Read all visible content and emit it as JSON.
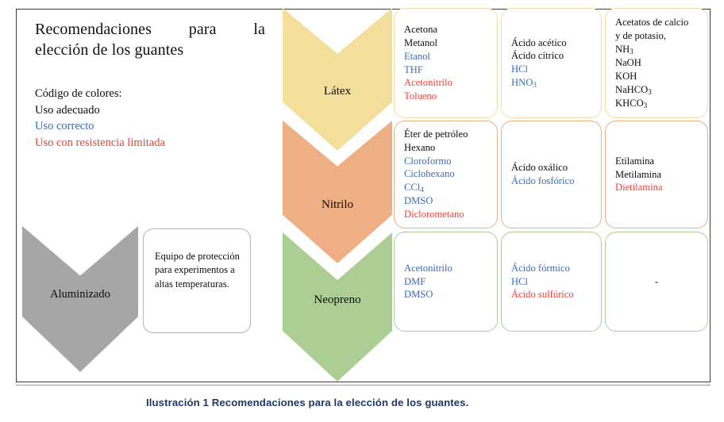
{
  "figure": {
    "title_lines": [
      "Recomendaciones  para  la",
      "elección de los guantes"
    ],
    "legend": {
      "heading": "Código de colores:",
      "adequate": "Uso adecuado",
      "correct": "Uso correcto",
      "limited": "Uso con resistencia limitada"
    },
    "colors": {
      "adequate_black": "#0d0d0d",
      "correct_blue": "#3b6cb5",
      "limited_red": "#ef4237",
      "latex_fill": "#F3DE9C",
      "nitrilo_fill": "#EFAF85",
      "neopreno_fill": "#ACCE94",
      "aluminizado_fill": "#a6a6a6",
      "caption_navy": "#1F3864"
    },
    "aluminizado": {
      "label": "Aluminizado",
      "note": "Equipo de protección para experimentos a altas temperaturas."
    },
    "rows": [
      {
        "name": "latex",
        "label": "Látex",
        "cells": [
          {
            "items": [
              {
                "text": "Acetona",
                "color": "black"
              },
              {
                "text": "Metanol",
                "color": "black"
              },
              {
                "text": "Etanol",
                "color": "blue"
              },
              {
                "text": "THF",
                "color": "blue"
              },
              {
                "text": "Acetonitrilo",
                "color": "red"
              },
              {
                "text": "Tolueno",
                "color": "red"
              }
            ]
          },
          {
            "items": [
              {
                "text": "Ácido acético",
                "color": "black"
              },
              {
                "text": "Ácido cítrico",
                "color": "black"
              },
              {
                "text": "HCl",
                "color": "blue"
              },
              {
                "text": "HNO3",
                "color": "blue",
                "sub": "3",
                "base": "HNO"
              }
            ]
          },
          {
            "items": [
              {
                "text": "Acetatos de calcio",
                "color": "black"
              },
              {
                "text": "y de potasio,",
                "color": "black"
              },
              {
                "text": "NH3",
                "color": "black",
                "sub": "3",
                "base": "NH"
              },
              {
                "text": "NaOH",
                "color": "black"
              },
              {
                "text": " KOH",
                "color": "black"
              },
              {
                "text": "NaHCO3",
                "color": "black",
                "sub": "3",
                "base": "NaHCO"
              },
              {
                "text": " KHCO3",
                "color": "black",
                "sub": "3",
                "base": " KHCO"
              }
            ]
          }
        ]
      },
      {
        "name": "nitrilo",
        "label": "Nitrilo",
        "cells": [
          {
            "items": [
              {
                "text": "Éter de petróleo",
                "color": "black"
              },
              {
                "text": "Hexano",
                "color": "black"
              },
              {
                "text": "Cloroformo",
                "color": "blue"
              },
              {
                "text": "Ciclohexano",
                "color": "blue"
              },
              {
                "text": "CCl4",
                "color": "blue",
                "sub": "4",
                "base": "CCl"
              },
              {
                "text": "DMSO",
                "color": "blue"
              },
              {
                "text": "Diclorometano",
                "color": "red"
              }
            ]
          },
          {
            "items": [
              {
                "text": "Ácido oxálico",
                "color": "black"
              },
              {
                "text": "Ácido fosfórico",
                "color": "blue"
              }
            ]
          },
          {
            "items": [
              {
                "text": "Etilamina",
                "color": "black"
              },
              {
                "text": "Metilamina",
                "color": "black"
              },
              {
                "text": "Dietilamina",
                "color": "red"
              }
            ]
          }
        ]
      },
      {
        "name": "neopreno",
        "label": "Neopreno",
        "cells": [
          {
            "items": [
              {
                "text": "Acetonitrilo",
                "color": "blue"
              },
              {
                "text": "DMF",
                "color": "blue"
              },
              {
                "text": "DMSO",
                "color": "blue"
              }
            ]
          },
          {
            "items": [
              {
                "text": "Ácido fórmico",
                "color": "blue"
              },
              {
                "text": "HCl",
                "color": "blue"
              },
              {
                "text": "Ácido sulfúrico",
                "color": "red"
              }
            ]
          },
          {
            "items": [
              {
                "text": "-",
                "color": "black"
              }
            ]
          }
        ]
      }
    ],
    "caption": "Ilustración 1 Recomendaciones para la elección de los guantes."
  }
}
